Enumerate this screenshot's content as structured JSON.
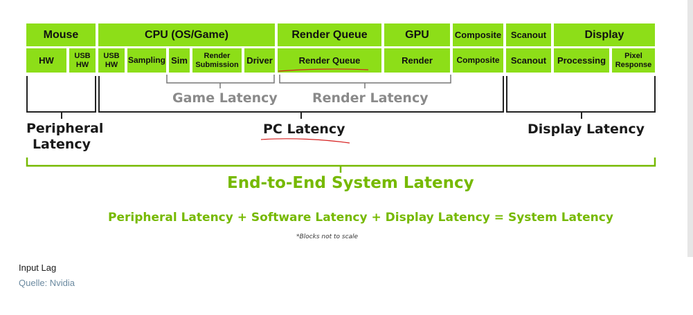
{
  "diagram": {
    "top_blocks": [
      {
        "id": "mouse",
        "label": "Mouse"
      },
      {
        "id": "cpu",
        "label": "CPU (OS/Game)"
      },
      {
        "id": "render_queue",
        "label": "Render Queue"
      },
      {
        "id": "gpu",
        "label": "GPU"
      },
      {
        "id": "composite",
        "label": "Composite"
      },
      {
        "id": "scanout",
        "label": "Scanout"
      },
      {
        "id": "display",
        "label": "Display"
      }
    ],
    "sub_blocks": [
      {
        "id": "hw",
        "label": "HW"
      },
      {
        "id": "usb_hw_1",
        "label": "USB\nHW"
      },
      {
        "id": "usb_hw_2",
        "label": "USB\nHW"
      },
      {
        "id": "sampling",
        "label": "Sampling"
      },
      {
        "id": "sim",
        "label": "Sim"
      },
      {
        "id": "render_submission",
        "label": "Render\nSubmission"
      },
      {
        "id": "driver",
        "label": "Driver"
      },
      {
        "id": "render_queue",
        "label": "Render Queue"
      },
      {
        "id": "render",
        "label": "Render"
      },
      {
        "id": "composite",
        "label": "Composite"
      },
      {
        "id": "scanout",
        "label": "Scanout"
      },
      {
        "id": "processing",
        "label": "Processing"
      },
      {
        "id": "pixel_response",
        "label": "Pixel\nResponse"
      }
    ],
    "game_latency": "Game Latency",
    "render_latency": "Render Latency",
    "peripheral_latency": "Peripheral\nLatency",
    "pc_latency": "PC Latency",
    "display_latency": "Display Latency",
    "end_to_end": "End-to-End System Latency",
    "formula": "Peripheral Latency + Software Latency + Display Latency = System Latency",
    "note": "*Blocks not to scale",
    "colors": {
      "block_green": "#8dde18",
      "text_green": "#76b900",
      "bracket_gray": "#777777",
      "annotation_red": "#d62020"
    }
  },
  "caption": {
    "title": "Input Lag",
    "source": "Quelle: Nvidia"
  }
}
